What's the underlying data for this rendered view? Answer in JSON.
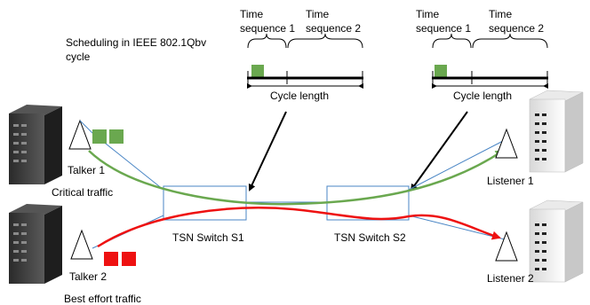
{
  "caption": {
    "line1": "Scheduling in IEEE 802.1Qbv",
    "line2": "cycle"
  },
  "timelines": [
    {
      "seq1": {
        "line1": "Time",
        "line2": "sequence 1"
      },
      "seq2": {
        "line1": "Time",
        "line2": "sequence 2"
      },
      "cycle_label": "Cycle length"
    },
    {
      "seq1": {
        "line1": "Time",
        "line2": "sequence 1"
      },
      "seq2": {
        "line1": "Time",
        "line2": "sequence 2"
      },
      "cycle_label": "Cycle length"
    }
  ],
  "talkers": [
    {
      "label": "Talker 1",
      "traffic": "Critical traffic"
    },
    {
      "label": "Talker 2",
      "traffic": "Best effort traffic"
    }
  ],
  "switches": [
    {
      "label": "TSN Switch S1"
    },
    {
      "label": "TSN Switch S2"
    }
  ],
  "listeners": [
    {
      "label": "Listener 1"
    },
    {
      "label": "Listener 2"
    }
  ],
  "colors": {
    "critical": "#6aa84f",
    "best_effort": "#ee1111",
    "link": "#4a86c5",
    "switch_border": "#4a86c5"
  },
  "icons": {
    "server": "server-rack-icon",
    "antenna": "antenna-triangle-icon"
  }
}
